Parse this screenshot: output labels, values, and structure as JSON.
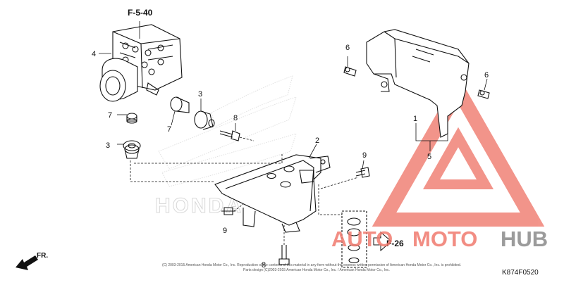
{
  "diagram": {
    "reference_top": "F-5-40",
    "reference_right": "F-26",
    "direction_label": "FR.",
    "diagram_code": "K874F0520",
    "copyright": [
      "(C) 2003-2015 American Honda Motor Co., Inc. Reproduction of the contents of this material in any form without the express written permission of American Honda Motor Co., Inc. is prohibited.",
      "Parts design (C)2003-2015 American Honda Motor Co., Inc. / American Honda Motor Co., Inc."
    ],
    "background_brand": "HONDA",
    "callouts": [
      {
        "id": "c4",
        "label": "4"
      },
      {
        "id": "c7a",
        "label": "7"
      },
      {
        "id": "c7b",
        "label": "7"
      },
      {
        "id": "c3a",
        "label": "3"
      },
      {
        "id": "c3b",
        "label": "3"
      },
      {
        "id": "c8a",
        "label": "8"
      },
      {
        "id": "c8b",
        "label": "8"
      },
      {
        "id": "c2",
        "label": "2"
      },
      {
        "id": "c9a",
        "label": "9"
      },
      {
        "id": "c9b",
        "label": "9"
      },
      {
        "id": "c6a",
        "label": "6"
      },
      {
        "id": "c6b",
        "label": "6"
      },
      {
        "id": "c1",
        "label": "1"
      },
      {
        "id": "c5",
        "label": "5"
      }
    ]
  },
  "watermark": {
    "part1": "AUTO",
    "part2": "MOTO",
    "part3": "HUB",
    "accent_color": "#f07a6e",
    "grey_color": "#8a8a8a"
  }
}
